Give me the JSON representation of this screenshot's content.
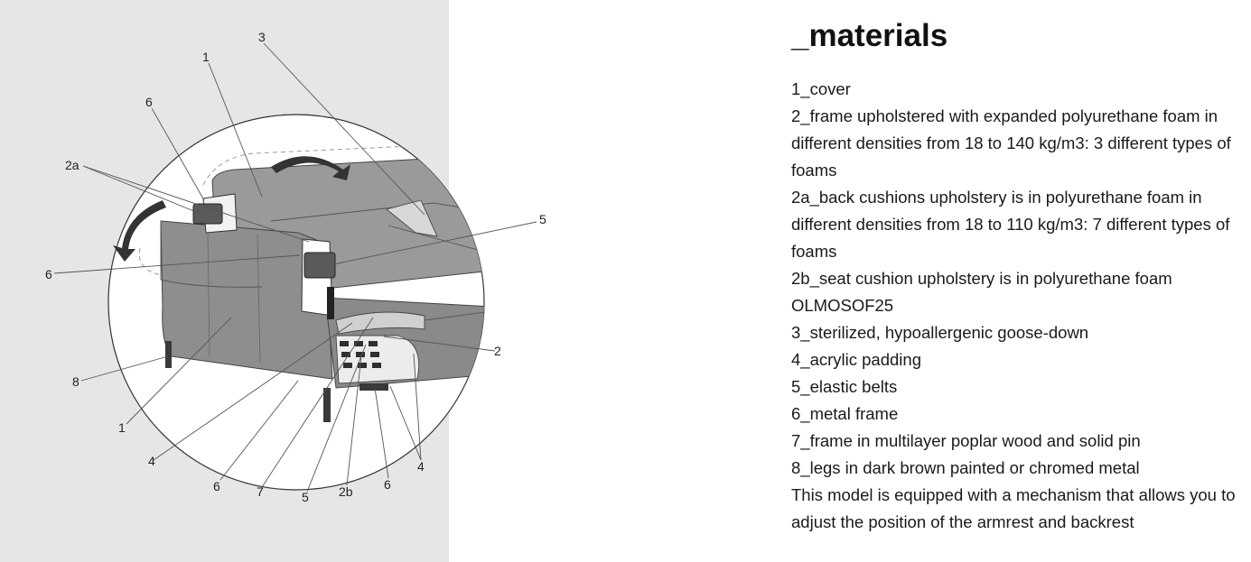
{
  "diagram": {
    "callouts": {
      "c1_top": "1",
      "c3_top": "3",
      "c6_topleft": "6",
      "c2a": "2a",
      "c5_right": "5",
      "c6_left": "6",
      "c2_right": "2",
      "c8": "8",
      "c1_bottom": "1",
      "c4_bottomleft": "4",
      "c6_bottom1": "6",
      "c7": "7",
      "c5_bottom": "5",
      "c2b": "2b",
      "c6_bottom2": "6",
      "c4_bottomright": "4"
    },
    "colors": {
      "panel": "#e6e6e6",
      "circle": "#ffffff",
      "sofa": "#8e8e8e",
      "frame": "#3a3a3a"
    }
  },
  "materials": {
    "title": "_materials",
    "items": [
      "1_cover",
      "2_frame upholstered with expanded polyurethane foam in different densities from 18 to 140 kg/m3: 3 different types of foams",
      "2a_back cushions upholstery is in polyurethane foam in different densities from 18 to 110 kg/m3: 7 different types of foams",
      "2b_seat cushion upholstery is in polyurethane foam OLMOSOF25",
      "3_sterilized, hypoallergenic goose-down",
      "4_acrylic padding",
      "5_elastic belts",
      "6_metal frame",
      "7_frame in multilayer poplar wood and solid pin",
      "8_legs in dark brown painted or chromed metal"
    ],
    "note": "This model is equipped with a mechanism that allows you to adjust the position of the armrest and backrest"
  }
}
